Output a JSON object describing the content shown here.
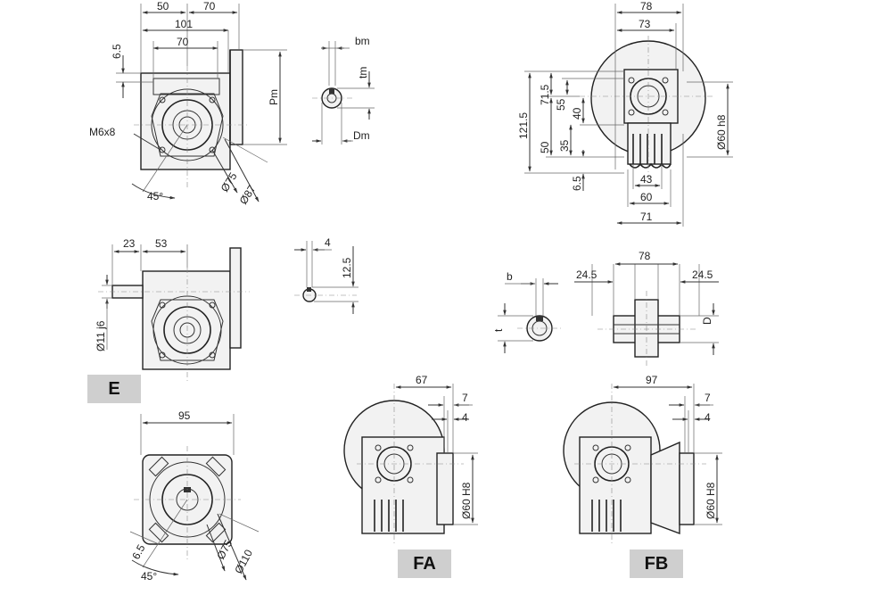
{
  "views": {
    "top_left": {
      "dims": {
        "d50": "50",
        "d70a": "70",
        "d101": "101",
        "d70b": "70",
        "d6_5": "6.5",
        "pm": "Pm",
        "m6x8": "M6x8",
        "d75": "Ø75",
        "d87": "Ø87",
        "a45": "45°"
      }
    },
    "key_small": {
      "dims": {
        "bm": "bm",
        "tm": "tm",
        "dm": "Dm"
      }
    },
    "top_right": {
      "dims": {
        "d78": "78",
        "d73": "73",
        "d121_5": "121.5",
        "d71_5": "71.5",
        "d55": "55",
        "d40": "40",
        "d50": "50",
        "d35": "35",
        "d6_5": "6.5",
        "d43": "43",
        "d60": "60",
        "d71": "71",
        "d60h8": "Ø60 h8"
      }
    },
    "shaft_e": {
      "dims": {
        "d23": "23",
        "d53": "53",
        "d11j6": "Ø11 j6"
      },
      "tag": "E"
    },
    "key_e": {
      "dims": {
        "d4": "4",
        "d12_5": "12.5"
      }
    },
    "hollow": {
      "dims": {
        "b": "b",
        "t": "t",
        "d24_5a": "24.5",
        "d78": "78",
        "d24_5b": "24.5",
        "D": "D"
      }
    },
    "flange_bottom": {
      "dims": {
        "d95": "95",
        "d75": "Ø75",
        "d110": "Ø110",
        "a45": "45°",
        "d6_5": "6.5"
      }
    },
    "fa": {
      "dims": {
        "d67": "67",
        "d7": "7",
        "d4": "4",
        "d60h8": "Ø60 H8"
      },
      "tag": "FA"
    },
    "fb": {
      "dims": {
        "d97": "97",
        "d7": "7",
        "d4": "4",
        "d60h8": "Ø60 H8"
      },
      "tag": "FB"
    }
  }
}
